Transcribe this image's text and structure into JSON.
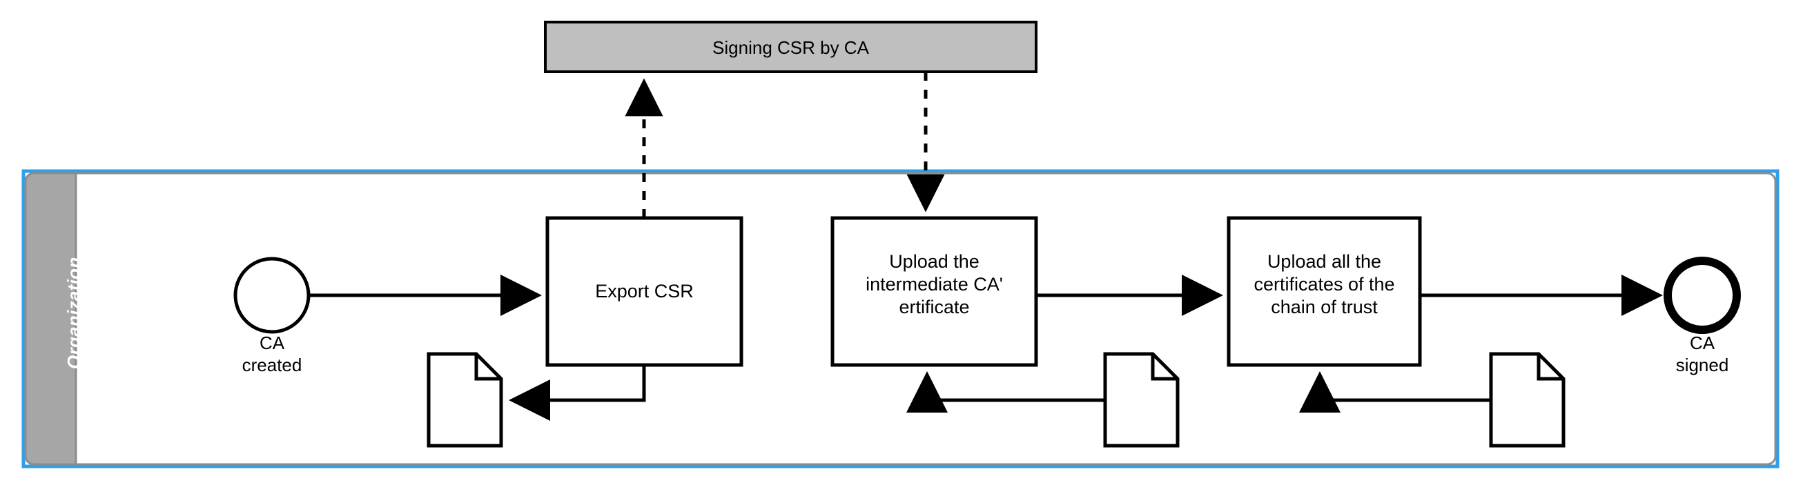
{
  "diagram": {
    "type": "bpmn-collaboration",
    "title_visible": false,
    "colors": {
      "selection_border": "#2E9FE8",
      "pool_header_fill": "#A6A6A6",
      "collapsed_pool_fill": "#BFBFBF",
      "shape_stroke": "#000000",
      "shape_fill": "#FFFFFF",
      "lane_label_text": "#FFFFFF"
    },
    "collapsed_pool": {
      "name": "signing-pool",
      "label": "Signing CSR by CA"
    },
    "pool": {
      "name": "organization-pool",
      "lane_label": "Organization",
      "selected": true
    },
    "events": [
      {
        "id": "start",
        "label": "CA\ncreated",
        "kind": "start-event"
      },
      {
        "id": "end",
        "label": "CA\nsigned",
        "kind": "end-event"
      }
    ],
    "tasks": [
      {
        "id": "t1",
        "label": "Export CSR"
      },
      {
        "id": "t2",
        "label": "Upload the\nintermediate CA'\nertificate"
      },
      {
        "id": "t3",
        "label": "Upload all the\ncertificates of the\nchain of trust"
      }
    ],
    "data_objects": [
      {
        "id": "d1",
        "label": ""
      },
      {
        "id": "d2",
        "label": ""
      },
      {
        "id": "d3",
        "label": ""
      }
    ],
    "sequence_flows": [
      {
        "from": "start",
        "to": "t1"
      },
      {
        "from": "t2",
        "to": "t3"
      },
      {
        "from": "t3",
        "to": "end"
      }
    ],
    "message_flows": [
      {
        "from": "t1",
        "to": "signing-pool",
        "style": "dashed",
        "direction": "up"
      },
      {
        "from": "signing-pool",
        "to": "t2",
        "style": "dashed",
        "direction": "down"
      }
    ],
    "data_associations": [
      {
        "from": "t1",
        "to": "d1",
        "direction": "output"
      },
      {
        "from": "d2",
        "to": "t2",
        "direction": "input"
      },
      {
        "from": "d3",
        "to": "t3",
        "direction": "input"
      }
    ]
  }
}
